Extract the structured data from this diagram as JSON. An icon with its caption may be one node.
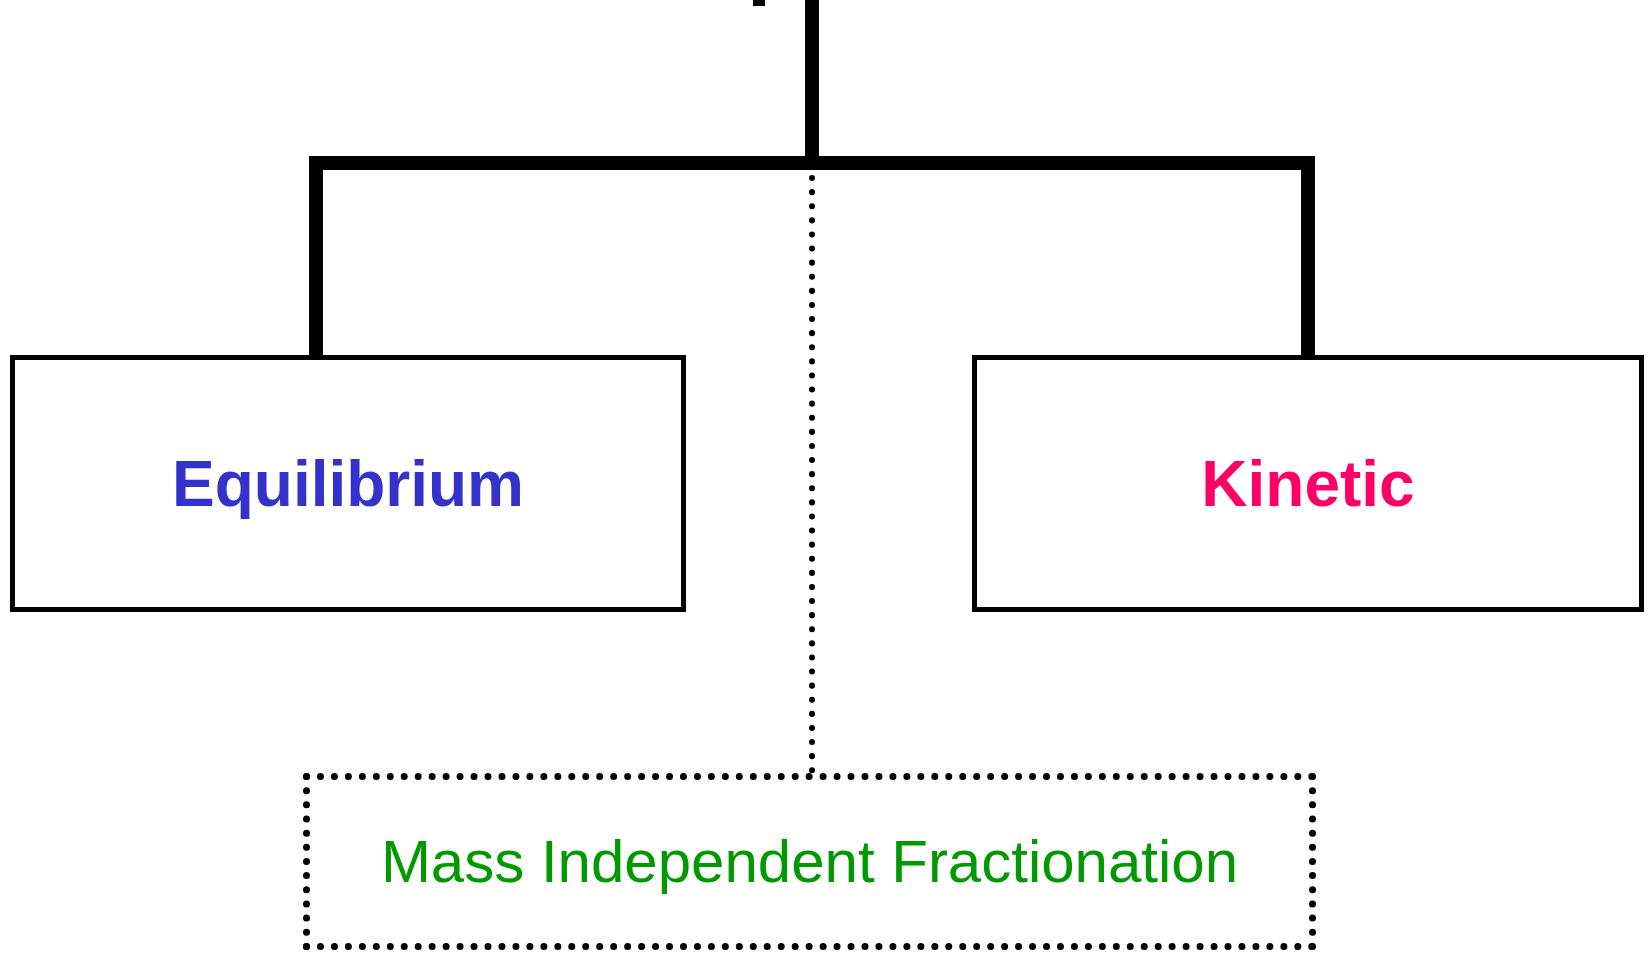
{
  "diagram": {
    "nodes": [
      {
        "text": [
          "Equilibrium"
        ]
      },
      {
        "text": [
          "Kinetic"
        ]
      },
      {
        "text": [
          "Mass Independent Fractionation"
        ]
      }
    ],
    "edges": [
      {
        "from": null,
        "to": 0,
        "arrow": "none"
      },
      {
        "from": null,
        "to": 1,
        "arrow": "none"
      },
      {
        "from": null,
        "to": 2,
        "arrow": "none",
        "style": "dashed"
      }
    ]
  }
}
